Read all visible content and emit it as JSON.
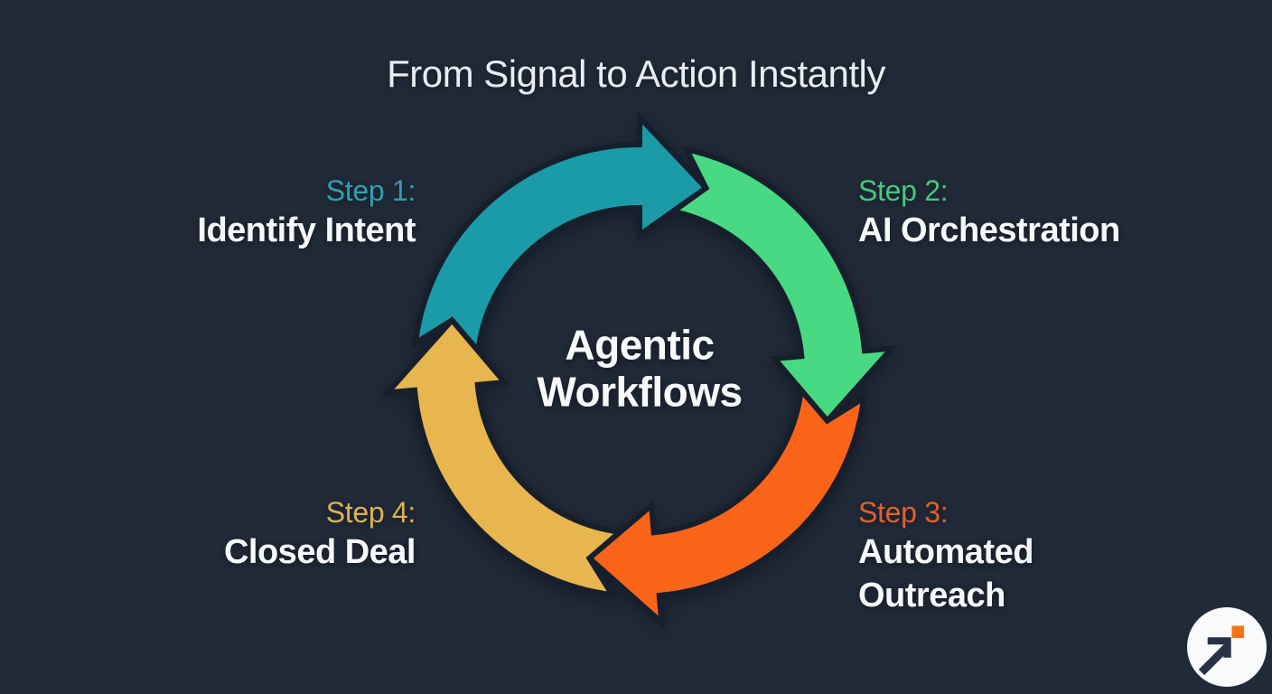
{
  "background_color": "#212a38",
  "title": "From Signal to Action Instantly",
  "center_label": {
    "line1": "Agentic",
    "line2": "Workflows"
  },
  "steps": [
    {
      "label": "Step 1:",
      "name": "Identify Intent",
      "label_color": "#2f9fb0",
      "arc_color": "#1b9aa8",
      "position": "top-left"
    },
    {
      "label": "Step 2:",
      "name": "AI Orchestration",
      "label_color": "#46c77e",
      "arc_color": "#49d983",
      "position": "top-right"
    },
    {
      "label": "Step 3:",
      "name": "Automated Outreach",
      "label_color": "#e0602b",
      "arc_color": "#f96418",
      "position": "bottom-right"
    },
    {
      "label": "Step 4:",
      "name": "Closed Deal",
      "label_color": "#ddb155",
      "arc_color": "#e8b64e",
      "position": "bottom-left"
    }
  ],
  "logo": {
    "circle_color": "#f8fafc",
    "arrow_color": "#273244",
    "accent_color": "#f97316"
  }
}
